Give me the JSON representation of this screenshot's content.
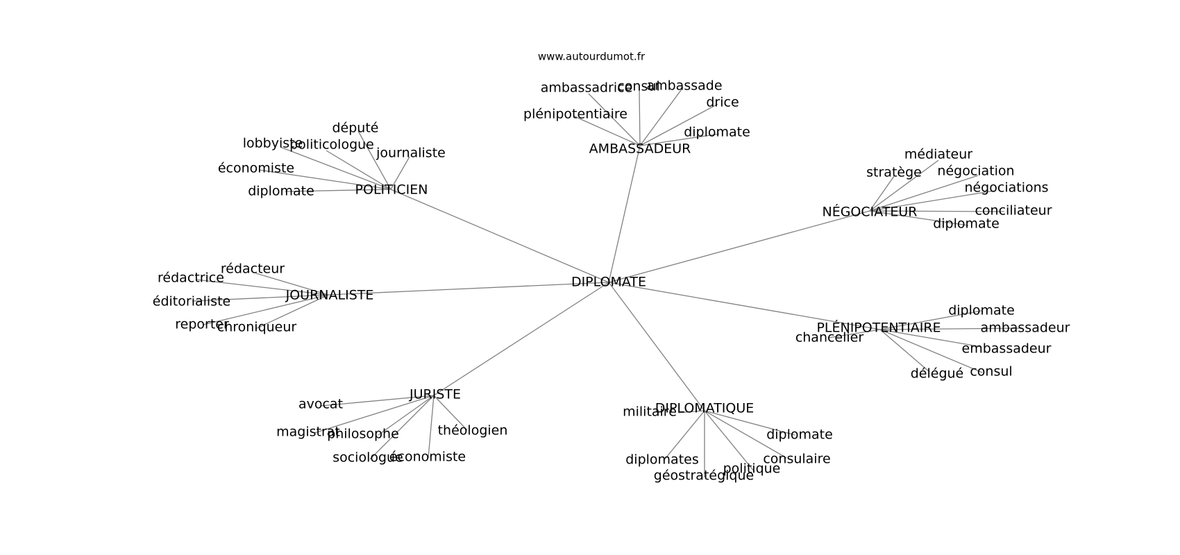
{
  "source": "www.autourdumot.fr",
  "graph": {
    "center": "DIPLOMATE",
    "edge_color": "#808080",
    "hubs": [
      {
        "label": "AMBASSADEUR",
        "leaves": [
          "ambassadrice",
          "consul",
          "ambassade",
          "drice",
          "plénipotentiaire",
          "diplomate"
        ]
      },
      {
        "label": "POLITICIEN",
        "leaves": [
          "député",
          "lobbyiste",
          "politicologue",
          "journaliste",
          "économiste",
          "diplomate"
        ]
      },
      {
        "label": "NÉGOCIATEUR",
        "leaves": [
          "stratège",
          "médiateur",
          "négociation",
          "négociations",
          "conciliateur",
          "diplomate"
        ]
      },
      {
        "label": "JOURNALISTE",
        "leaves": [
          "rédacteur",
          "rédactrice",
          "éditorialiste",
          "reporter",
          "chroniqueur"
        ]
      },
      {
        "label": "PLÉNIPOTENTIAIRE",
        "leaves": [
          "diplomate",
          "ambassadeur",
          "chancelier",
          "embassadeur",
          "délégué",
          "consul"
        ]
      },
      {
        "label": "JURISTE",
        "leaves": [
          "avocat",
          "magistrat",
          "philosophe",
          "théologien",
          "sociologue",
          "économiste"
        ]
      },
      {
        "label": "DIPLOMATIQUE",
        "leaves": [
          "militaire",
          "diplomate",
          "consulaire",
          "diplomates",
          "politique",
          "géostratégique"
        ]
      }
    ]
  }
}
